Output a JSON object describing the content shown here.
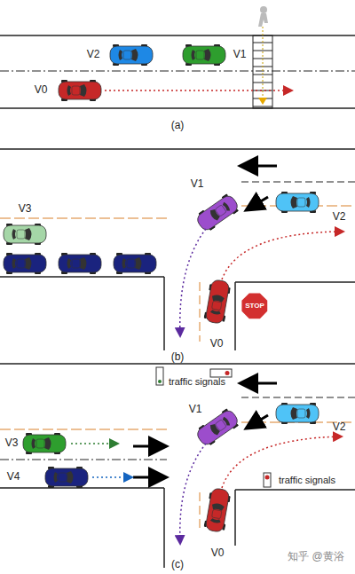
{
  "diagram": {
    "nodes": [
      {
        "text": [
          "STOP"
        ]
      }
    ],
    "labels": [
      "V2",
      "V1",
      "V0",
      "(a)",
      "V3",
      "V1",
      "V2",
      "V0",
      "(b)",
      "traffic signals",
      "V1",
      "V2",
      "V3",
      "V4",
      "traffic signals",
      "V0",
      "(c)",
      "知乎 @黄浴"
    ]
  }
}
